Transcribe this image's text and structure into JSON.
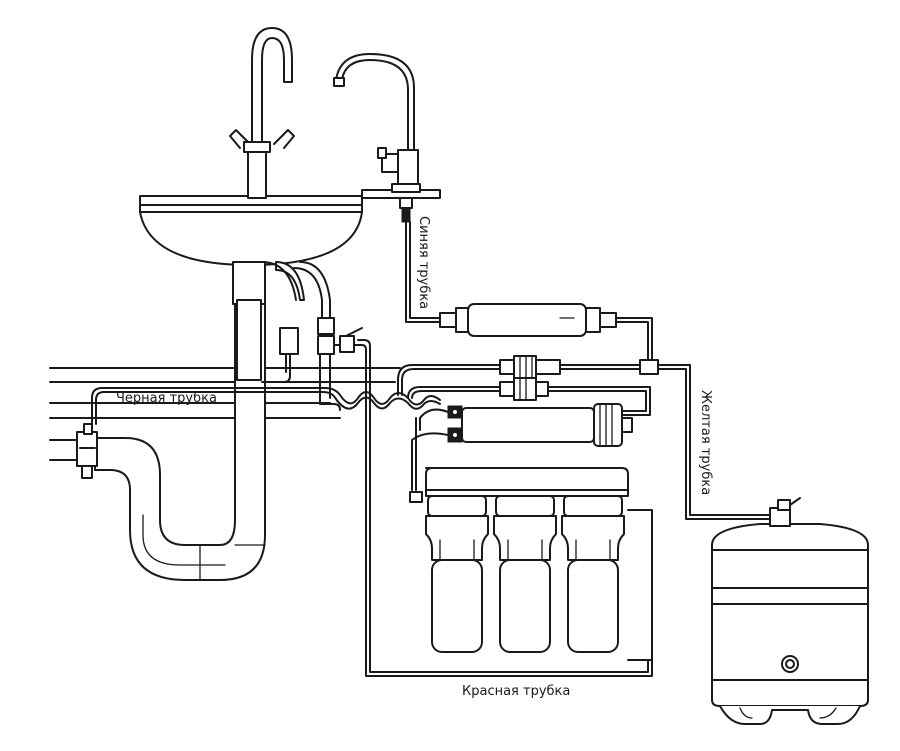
{
  "labels": {
    "blue_tube": "Синяя трубка",
    "yellow_tube": "Желтая трубка",
    "black_tube": "Черная трубка",
    "red_tube": "Красная трубка"
  },
  "colors": {
    "line": "#1a1a1a",
    "background": "#ffffff"
  },
  "icons": [
    "sink",
    "mixer-faucet",
    "ro-faucet",
    "drain-saddle",
    "feed-valve",
    "inline-post-filter",
    "membrane-housing",
    "pre-filter-housing",
    "storage-tank",
    "tank-valve",
    "flow-restrictor"
  ]
}
